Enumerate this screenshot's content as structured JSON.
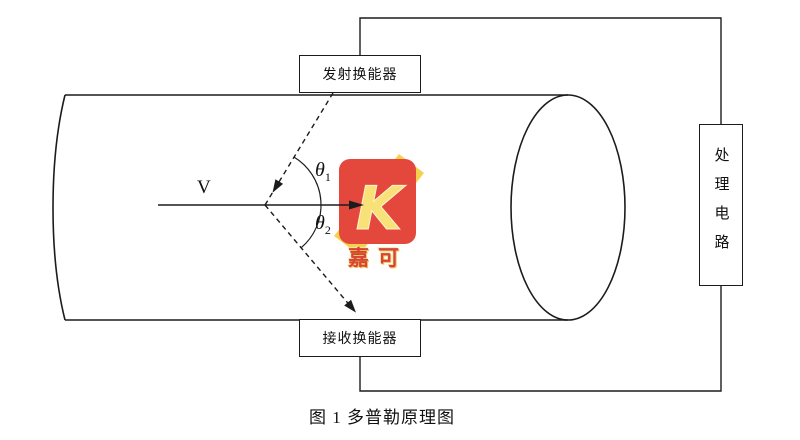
{
  "diagram": {
    "transmitter_label": "发射换能器",
    "receiver_label": "接收换能器",
    "processor_label": "处理电路",
    "velocity_label": "V",
    "theta1": {
      "symbol": "θ",
      "subscript": "1"
    },
    "theta2": {
      "symbol": "θ",
      "subscript": "2"
    }
  },
  "watermark": {
    "logo_letter": "K",
    "brand_text": "嘉可",
    "red": "#e23b2e",
    "yellow": "#f6cf3f"
  },
  "caption": "图 1 多普勒原理图",
  "colors": {
    "line": "#1c1c1c",
    "background": "#ffffff"
  }
}
